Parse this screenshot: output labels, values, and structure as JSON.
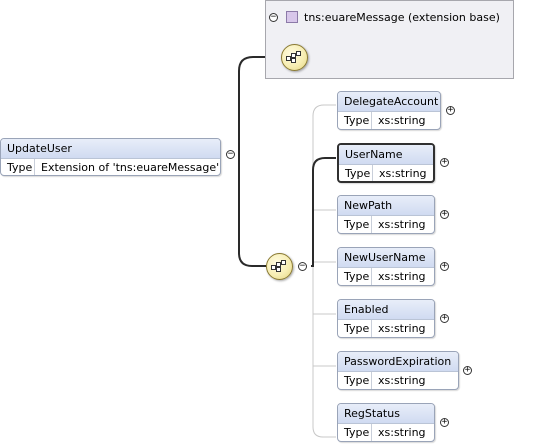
{
  "root": {
    "name": "UpdateUser",
    "type_key": "Type",
    "type_value": "Extension of 'tns:euareMessage'"
  },
  "extension": {
    "label": "tns:euareMessage (extension base)"
  },
  "toggles": {
    "expanded": "−",
    "collapsed": "+"
  },
  "children": [
    {
      "name": "DelegateAccount",
      "type_key": "Type",
      "type_value": "xs:string"
    },
    {
      "name": "UserName",
      "type_key": "Type",
      "type_value": "xs:string"
    },
    {
      "name": "NewPath",
      "type_key": "Type",
      "type_value": "xs:string"
    },
    {
      "name": "NewUserName",
      "type_key": "Type",
      "type_value": "xs:string"
    },
    {
      "name": "Enabled",
      "type_key": "Type",
      "type_value": "xs:string"
    },
    {
      "name": "PasswordExpiration",
      "type_key": "Type",
      "type_value": "xs:string"
    },
    {
      "name": "RegStatus",
      "type_key": "Type",
      "type_value": "xs:string"
    }
  ],
  "colors": {
    "header_fill": "#d6e0f4",
    "sequence_fill": "#f7eeb4",
    "extension_fill": "#f0f0f4",
    "selected_border": "#303030"
  }
}
